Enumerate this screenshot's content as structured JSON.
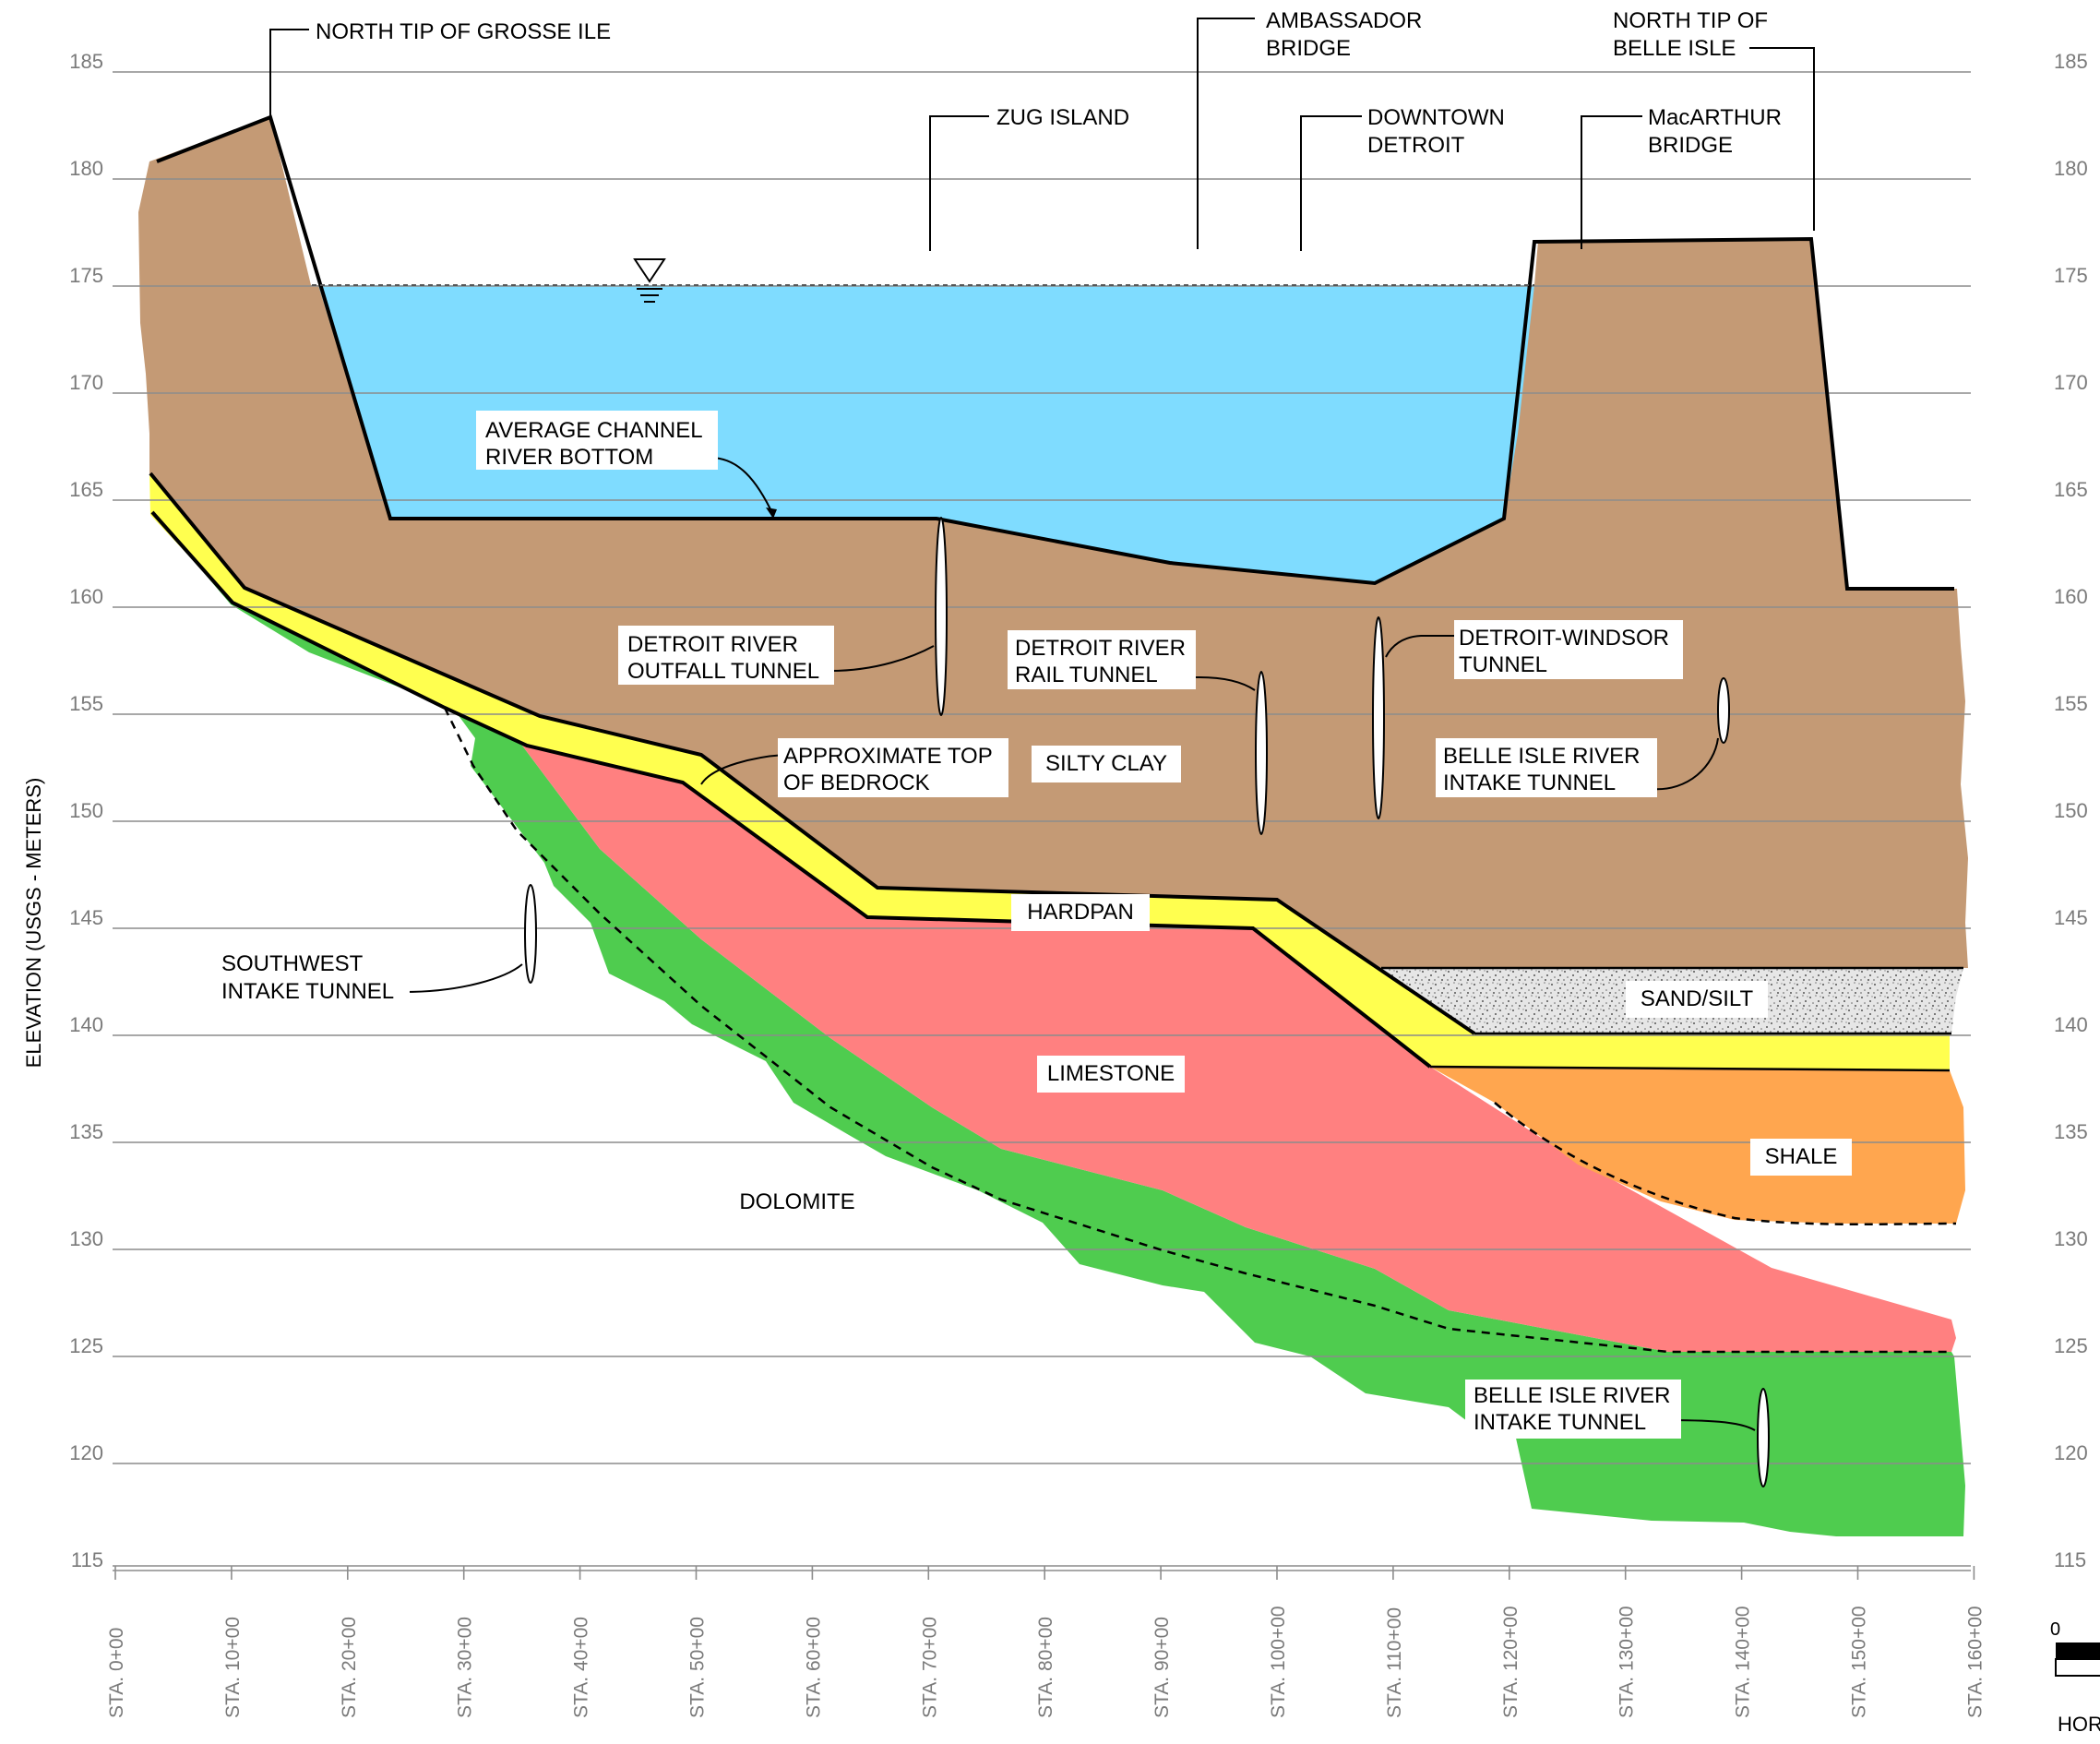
{
  "y_axis": {
    "label": "ELEVATION (USGS - METERS)",
    "ticks": [
      "185",
      "180",
      "175",
      "170",
      "165",
      "160",
      "155",
      "150",
      "145",
      "140",
      "135",
      "130",
      "125",
      "120",
      "115"
    ]
  },
  "x_axis": {
    "ticks": [
      "STA. 0+00",
      "STA. 10+00",
      "STA. 20+00",
      "STA. 30+00",
      "STA. 40+00",
      "STA. 50+00",
      "STA. 60+00",
      "STA. 70+00",
      "STA. 80+00",
      "STA. 90+00",
      "STA. 100+00",
      "STA. 110+00",
      "STA. 120+00",
      "STA. 130+00",
      "STA. 140+00",
      "STA. 150+00",
      "STA. 160+00"
    ]
  },
  "landmarks": {
    "grosse_ile": "NORTH TIP OF GROSSE ILE",
    "ambassador": [
      "AMBASSADOR",
      "BRIDGE"
    ],
    "belle_isle_tip": [
      "NORTH TIP OF",
      "BELLE ISLE"
    ],
    "zug_island": "ZUG ISLAND",
    "downtown": [
      "DOWNTOWN",
      "DETROIT"
    ],
    "macarthur": [
      "MacARTHUR",
      "BRIDGE"
    ]
  },
  "annotations": {
    "channel_bottom": [
      "AVERAGE CHANNEL",
      "RIVER BOTTOM"
    ],
    "outfall_tunnel": [
      "DETROIT RIVER",
      "OUTFALL TUNNEL"
    ],
    "rail_tunnel": [
      "DETROIT RIVER",
      "RAIL TUNNEL"
    ],
    "windsor_tunnel": [
      "DETROIT-WINDSOR",
      "TUNNEL"
    ],
    "bedrock_top": [
      "APPROXIMATE TOP",
      "OF BEDROCK"
    ],
    "belle_intake_upper": [
      "BELLE ISLE RIVER",
      "INTAKE TUNNEL"
    ],
    "southwest_intake": [
      "SOUTHWEST",
      "INTAKE TUNNEL"
    ],
    "belle_intake_lower": [
      "BELLE ISLE RIVER",
      "INTAKE TUNNEL"
    ]
  },
  "layers": {
    "silty_clay": "SILTY CLAY",
    "hardpan": "HARDPAN",
    "sand_silt": "SAND/SILT",
    "limestone": "LIMESTONE",
    "shale": "SHALE",
    "dolomite": "DOLOMITE"
  },
  "scale_bar": {
    "zero": "0",
    "label": "HOR"
  },
  "colors": {
    "water": "#7fdcff",
    "silty_clay": "#c49a75",
    "hardpan": "#ffff4f",
    "limestone": "#ff8080",
    "shale": "#ffa64f",
    "dolomite": "#4fcc4f",
    "sand_silt": "#e4e4e4"
  }
}
